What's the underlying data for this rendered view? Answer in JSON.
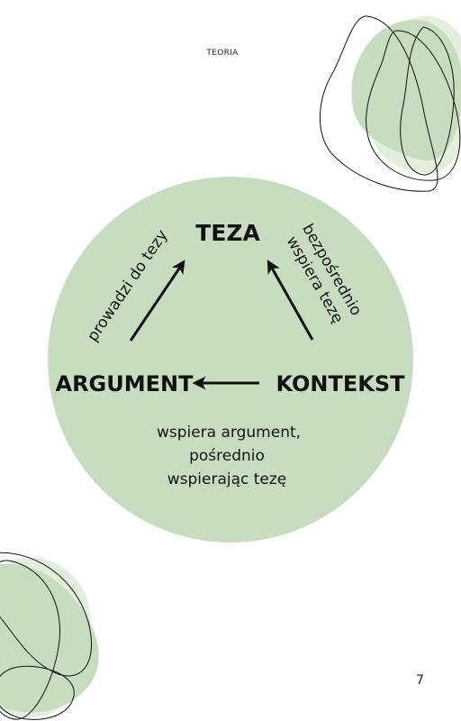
{
  "header": {
    "section_label": "TEORIA"
  },
  "diagram": {
    "nodes": {
      "teza": "TEZA",
      "argument": "ARGUMENT",
      "kontekst": "KONTEKST"
    },
    "edges": {
      "argument_to_teza": "prowadzi do tezy",
      "kontekst_to_teza_line1": "bezpośrednio",
      "kontekst_to_teza_line2": "wspiera tezę",
      "kontekst_to_argument_line1": "wspiera argument,",
      "kontekst_to_argument_line2": "pośrednio",
      "kontekst_to_argument_line3": "wspierając tezę"
    }
  },
  "colors": {
    "circle_fill": "#c8dcc0",
    "blob_fill": "#c8dcc0",
    "blob_light": "#e3eedd",
    "ink": "#111111"
  },
  "footer": {
    "page_number": "7"
  }
}
